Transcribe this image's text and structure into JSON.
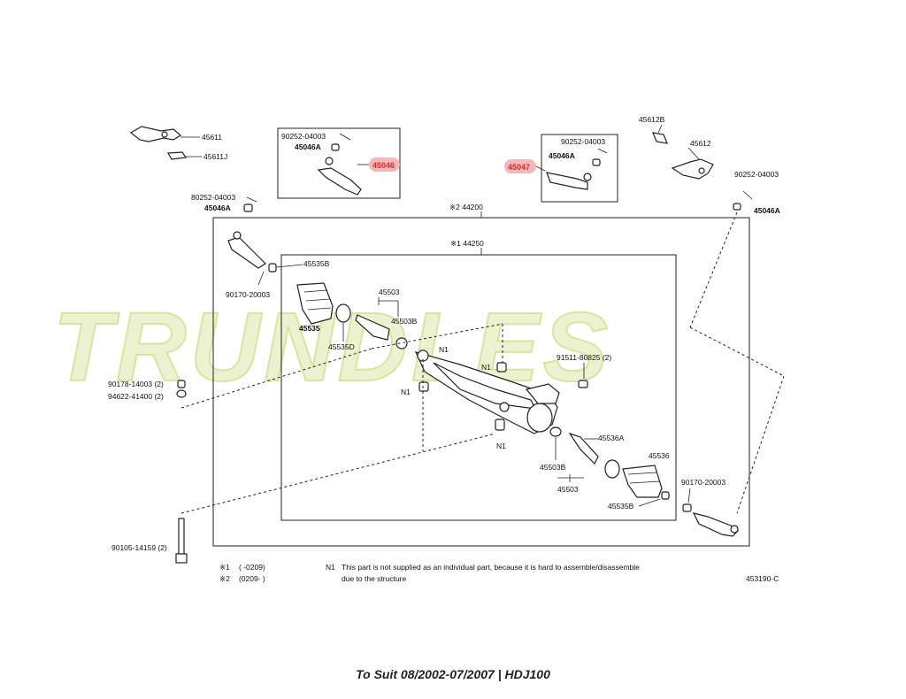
{
  "watermark": "TRUNDLES",
  "caption": "To Suit 08/2002-07/2007 | HDJ100",
  "highlight_color": "#f4b8b8",
  "labels": {
    "p45611": "45611",
    "p45611J": "45611J",
    "p80252_left": "80252-04003",
    "p45046A_left": "45046A",
    "box1_90252": "90252-04003",
    "box1_45046A": "45046A",
    "box1_45046": "45046",
    "box2_90252": "90252-04003",
    "box2_45046A": "45046A",
    "box2_45047": "45047",
    "p45612B": "45612B",
    "p45612": "45612",
    "p90252_right": "90252-04003",
    "p45046A_right": "45046A",
    "outer_box": "※2 44200",
    "inner_box": "※1 44250",
    "p45535B_l": "45535B",
    "p90170_l": "90170-20003",
    "p45535_l": "45535",
    "p45535D": "45535D",
    "p45503_l": "45503",
    "p45503B_l": "45503B",
    "n1_a": "N1",
    "n1_b": "N1",
    "n1_c": "N1",
    "n1_d": "N1",
    "p91511": "91511-80825 (2)",
    "p90178": "90178-14003 (2)",
    "p94622": "94622-41400 (2)",
    "p45536A": "45536A",
    "p45536": "45536",
    "p45503B_r": "45503B",
    "p45503_r": "45503",
    "p45535B_r": "45535B",
    "p90170_r": "90170-20003",
    "p90105": "90105-14159 (2)"
  },
  "footnotes": {
    "note1_mark": "※1",
    "note1_range": "(        -0209)",
    "note2_mark": "※2",
    "note2_range": "(0209-        )",
    "n1_mark": "N1",
    "n1_text_1": "This part is not supplied as an individual part,   because it is hard to assemble/disassemble",
    "n1_text_2": "due to the structure",
    "diagram_code": "453190-C"
  }
}
